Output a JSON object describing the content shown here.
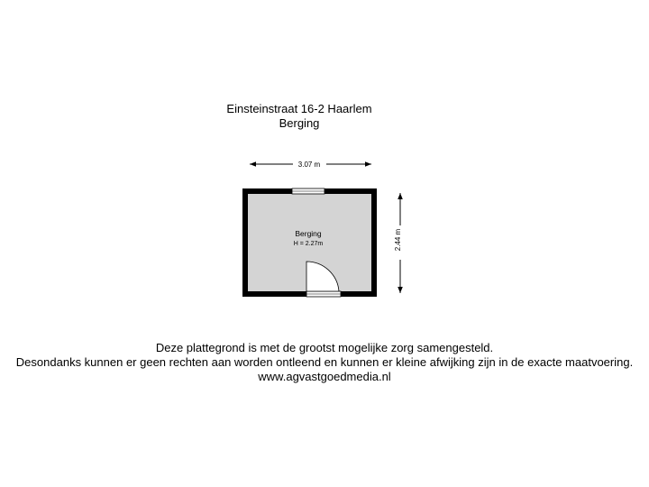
{
  "header": {
    "address": "Einsteinstraat 16-2 Haarlem",
    "floor": "Berging"
  },
  "plan": {
    "room_name": "Berging",
    "room_height": "H = 2.27m",
    "width_dimension": "3.07 m",
    "depth_dimension": "2.44 m",
    "colors": {
      "wall": "#000000",
      "floor": "#d4d4d4",
      "dimension_line": "#000000"
    }
  },
  "footer": {
    "line1": "Deze plattegrond is met de grootst mogelijke zorg samengesteld.",
    "line2": "Desondanks kunnen er geen rechten aan worden ontleend en kunnen er kleine afwijking zijn in de exacte maatvoering.",
    "line3": "www.agvastgoedmedia.nl"
  }
}
